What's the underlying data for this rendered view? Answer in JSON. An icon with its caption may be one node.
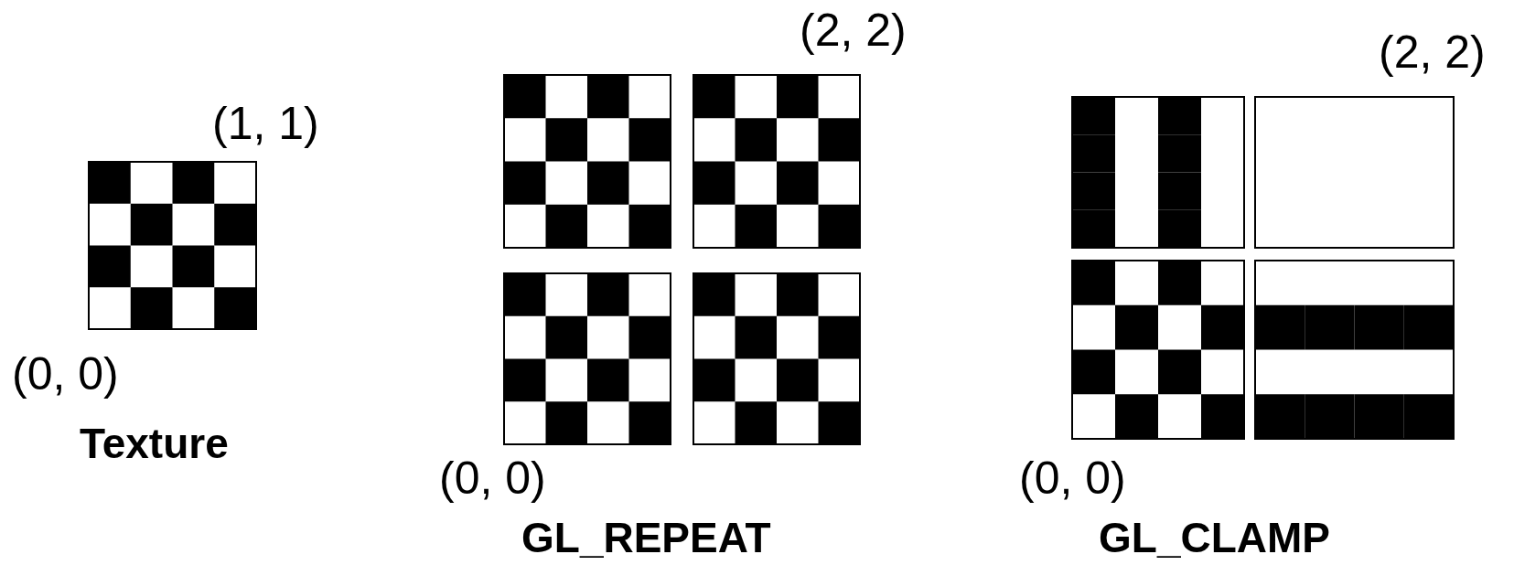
{
  "diagram": {
    "labels": [
      "(1, 1)",
      "(0, 0)",
      "Texture",
      "(2, 2)",
      "(0, 0)",
      "GL_REPEAT",
      "(2, 2)",
      "(0, 0)",
      "GL_CLAMP"
    ]
  }
}
